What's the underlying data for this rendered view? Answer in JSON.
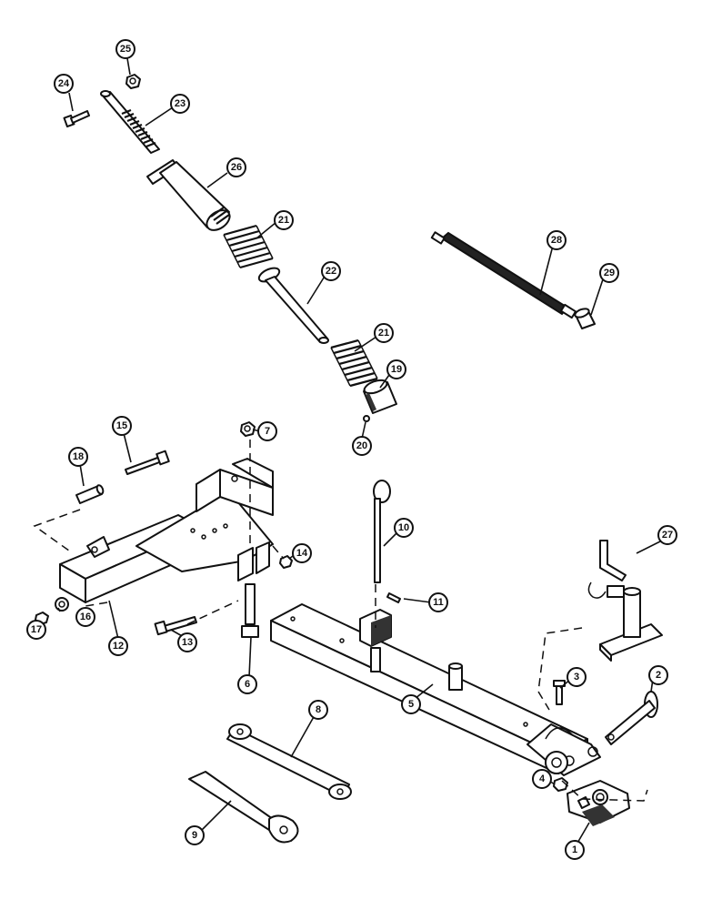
{
  "callouts": {
    "c1": "1",
    "c2": "2",
    "c3": "3",
    "c4": "4",
    "c5": "5",
    "c6": "6",
    "c7": "7",
    "c8": "8",
    "c9": "9",
    "c10": "10",
    "c11": "11",
    "c12": "12",
    "c13": "13",
    "c14": "14",
    "c15": "15",
    "c16": "16",
    "c17": "17",
    "c18": "18",
    "c19": "19",
    "c20": "20",
    "c21a": "21",
    "c21b": "21",
    "c22": "22",
    "c23": "23",
    "c24": "24",
    "c25": "25",
    "c26": "26",
    "c27": "27",
    "c28": "28",
    "c29": "29"
  },
  "colors": {
    "line": "#111111",
    "background": "#ffffff"
  }
}
